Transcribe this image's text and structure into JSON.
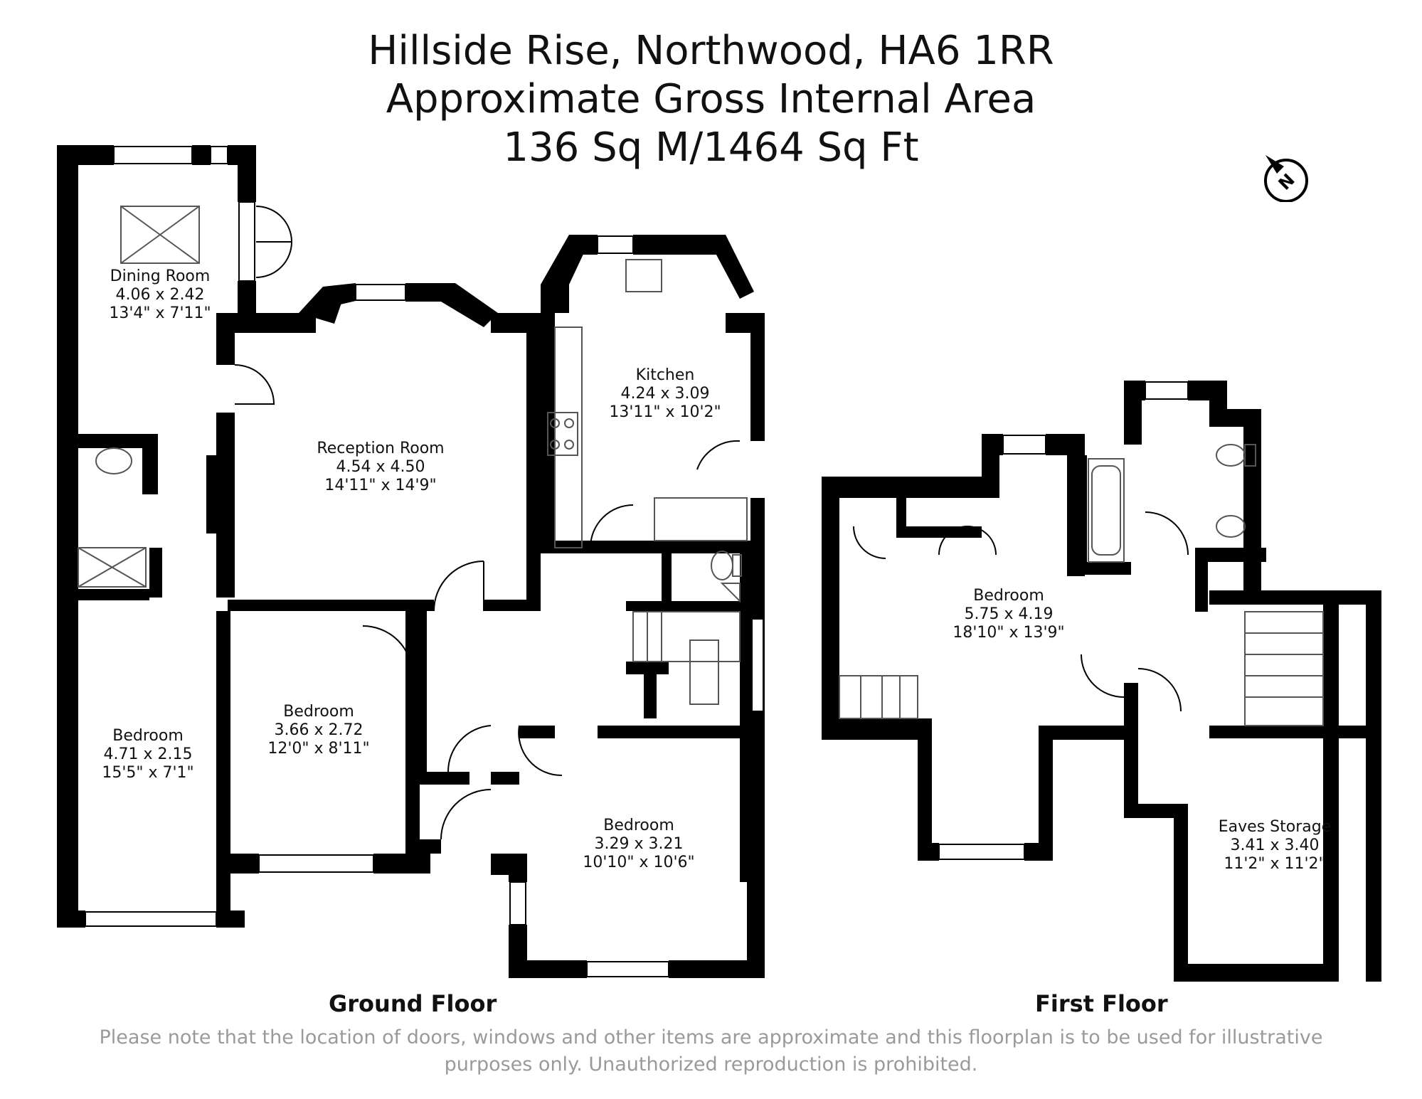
{
  "header": {
    "line1": "Hillside Rise, Northwood, HA6 1RR",
    "line2": "Approximate Gross Internal Area",
    "line3": "136 Sq M/1464 Sq Ft"
  },
  "compass": {
    "letter": "N"
  },
  "floors": {
    "ground": "Ground Floor",
    "first": "First Floor"
  },
  "rooms": {
    "dining": {
      "name": "Dining Room",
      "metric": "4.06 x 2.42",
      "imperial": "13'4\" x 7'11\""
    },
    "reception": {
      "name": "Reception Room",
      "metric": "4.54 x 4.50",
      "imperial": "14'11\" x 14'9\""
    },
    "kitchen": {
      "name": "Kitchen",
      "metric": "4.24 x 3.09",
      "imperial": "13'11\" x 10'2\""
    },
    "bed_left": {
      "name": "Bedroom",
      "metric": "4.71 x 2.15",
      "imperial": "15'5\" x 7'1\""
    },
    "bed_mid": {
      "name": "Bedroom",
      "metric": "3.66 x 2.72",
      "imperial": "12'0\" x 8'11\""
    },
    "bed_front": {
      "name": "Bedroom",
      "metric": "3.29 x 3.21",
      "imperial": "10'10\" x 10'6\""
    },
    "bed_first": {
      "name": "Bedroom",
      "metric": "5.75 x 4.19",
      "imperial": "18'10\" x 13'9\""
    },
    "eaves": {
      "name": "Eaves Storage",
      "metric": "3.41 x 3.40",
      "imperial": "11'2\" x 11'2\""
    }
  },
  "disclaimer": {
    "line1": "Please note that the location of doors, windows and other items are approximate and this floorplan is to be used for illustrative",
    "line2": "purposes only. Unauthorized reproduction is prohibited."
  },
  "colors": {
    "wall": "#000000",
    "fixture": "#555555",
    "text": "#111111",
    "disclaimer": "#9a9a9a"
  }
}
